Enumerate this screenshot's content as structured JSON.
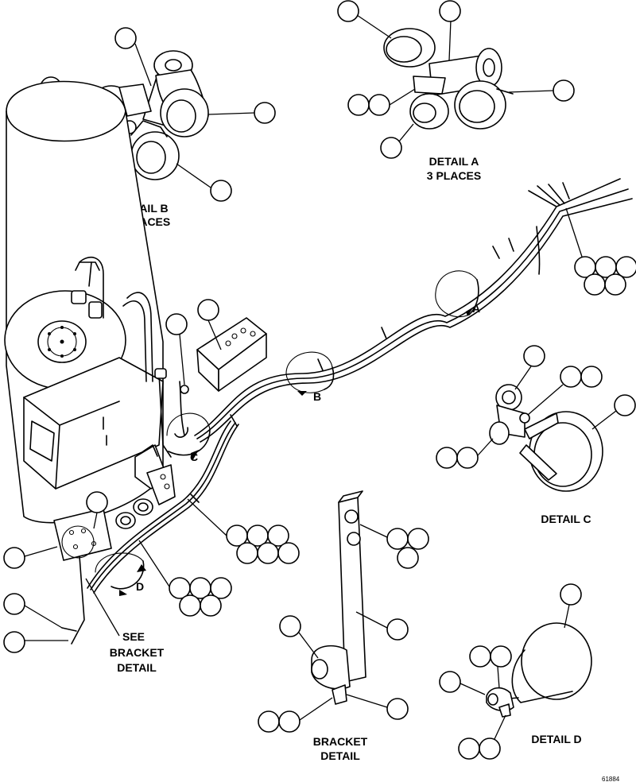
{
  "detail_b": {
    "title": "DETAIL B",
    "note": "3 PLACES"
  },
  "detail_a": {
    "title": "DETAIL A",
    "note": "3 PLACES"
  },
  "detail_c": {
    "title": "DETAIL C"
  },
  "detail_d": {
    "title": "DETAIL D"
  },
  "bracket_detail": {
    "line1": "BRACKET",
    "line2": "DETAIL"
  },
  "see_bracket": {
    "line1": "SEE",
    "line2": "BRACKET",
    "line3": "DETAIL"
  },
  "pointers": {
    "a": "A",
    "b": "B",
    "c": "C",
    "d": "D"
  },
  "figure_code": "61884"
}
